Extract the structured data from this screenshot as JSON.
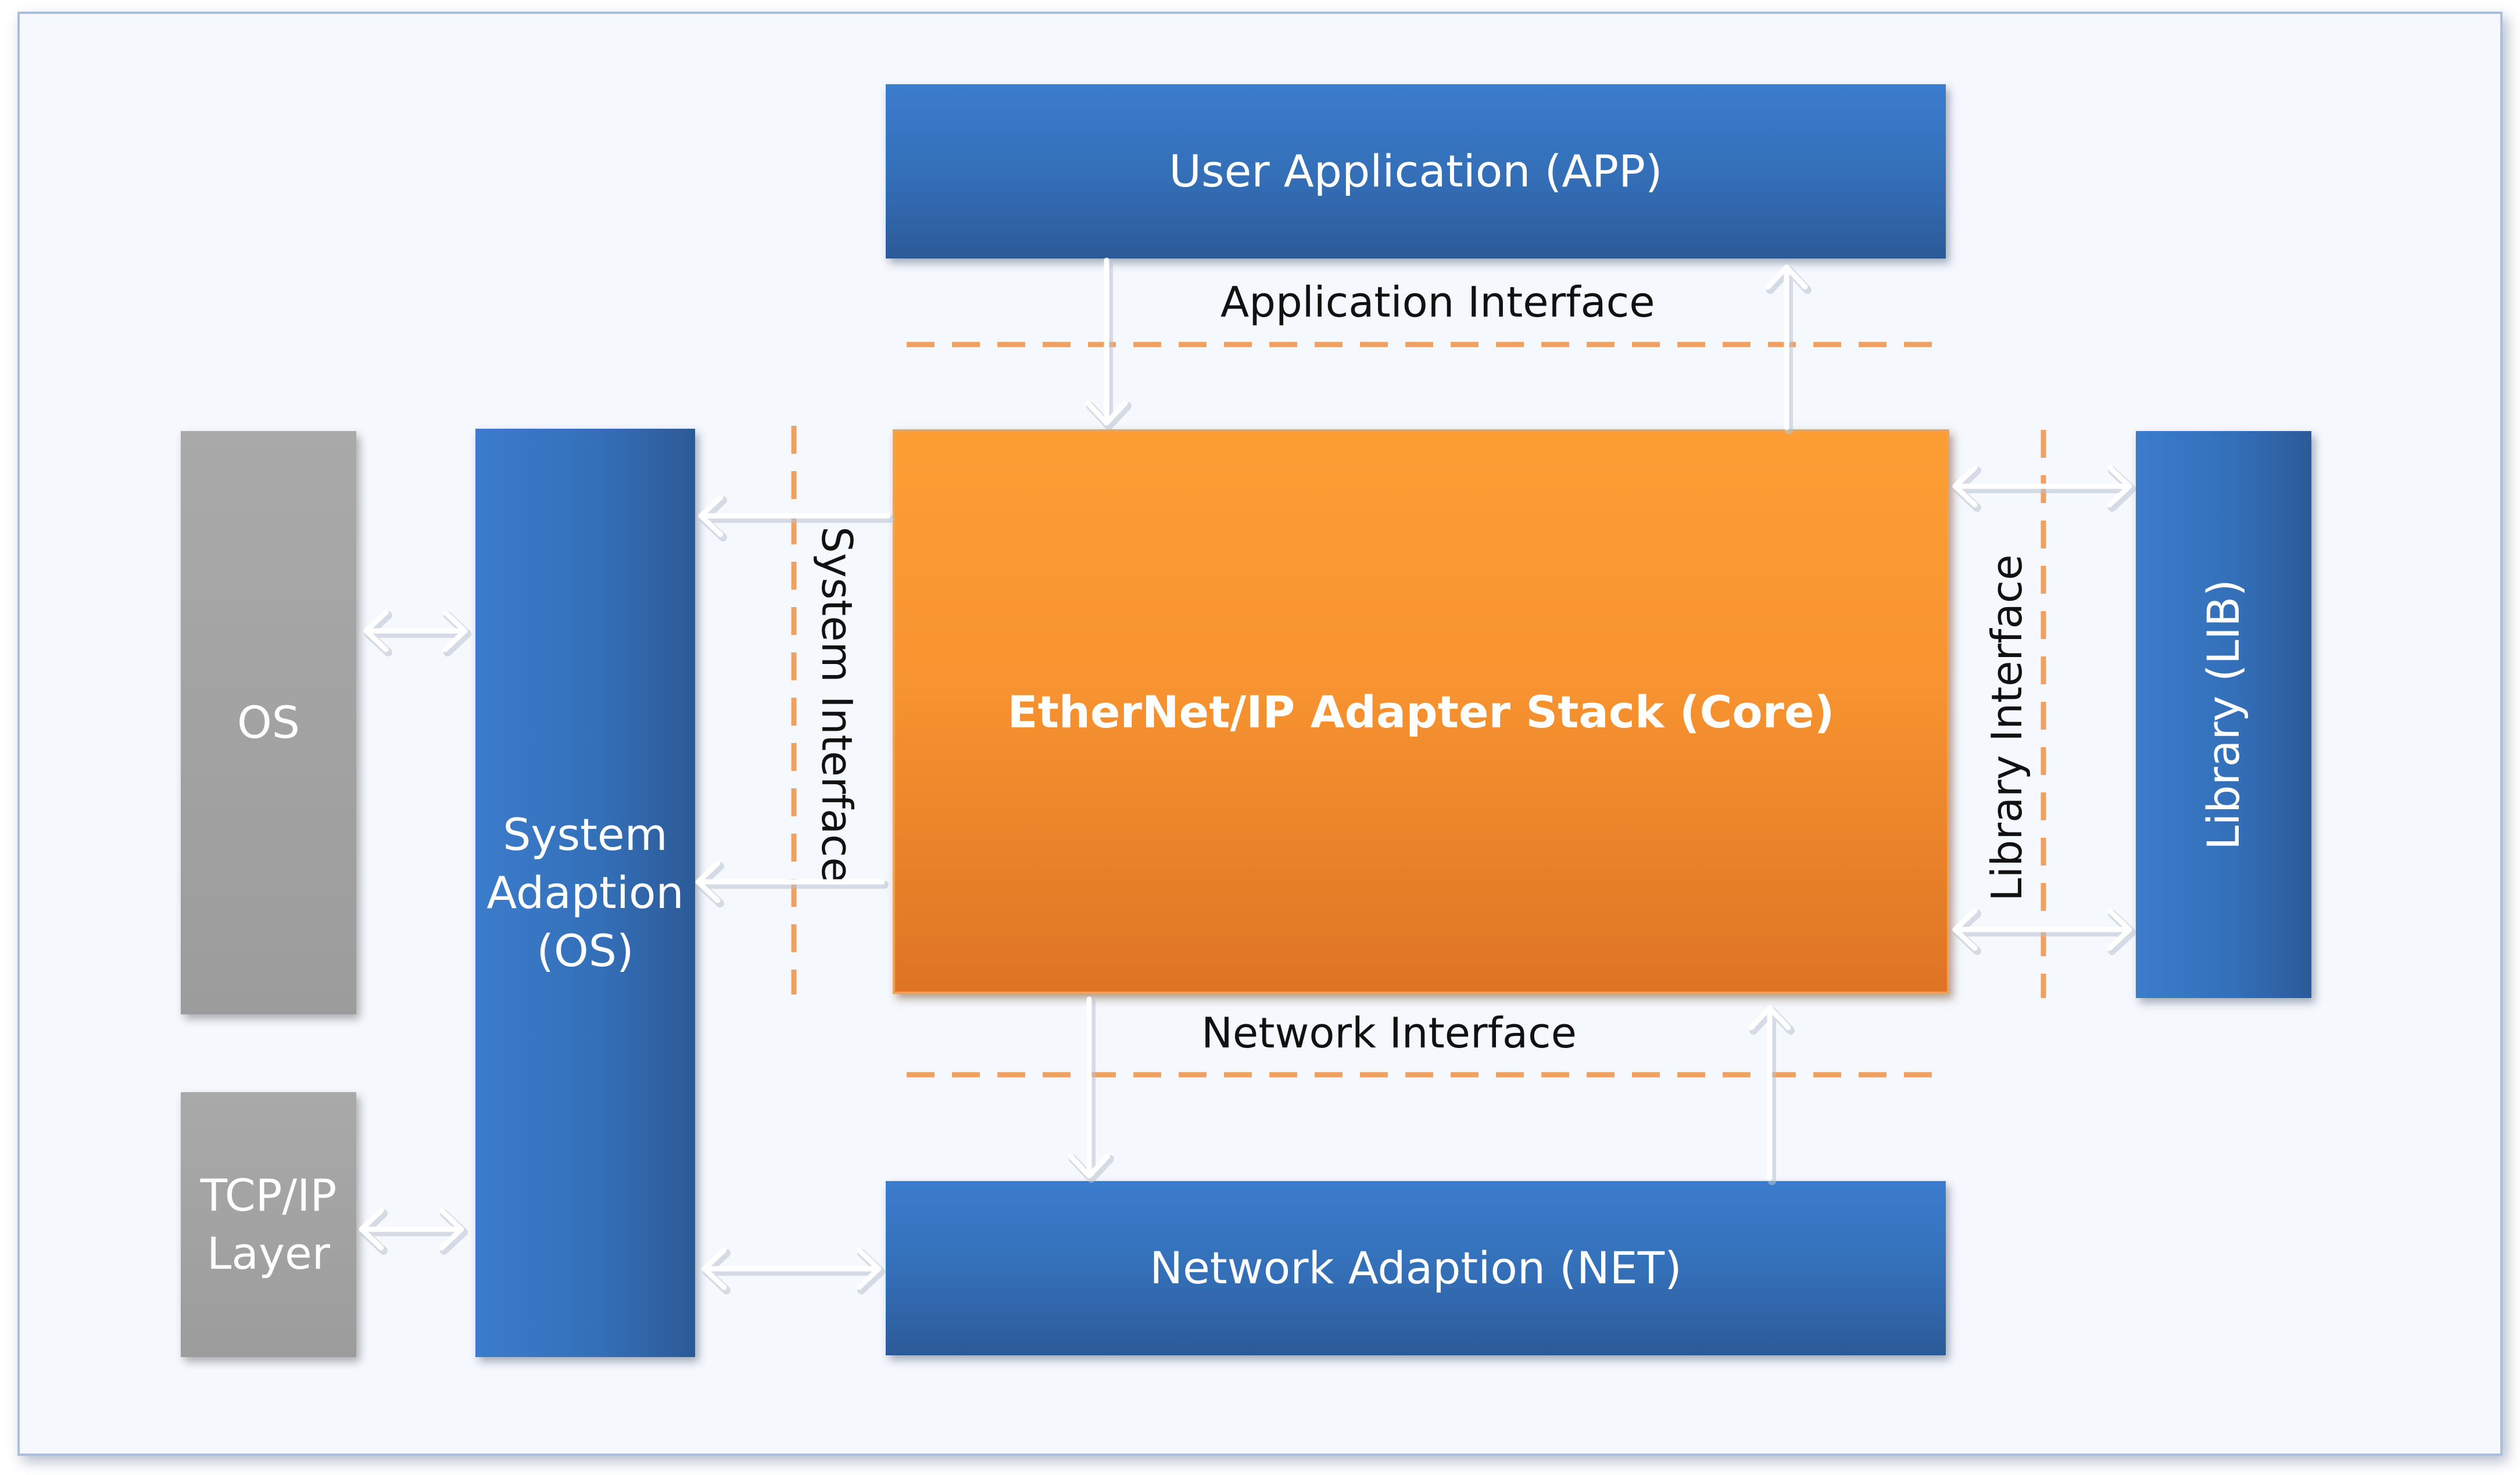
{
  "blocks": {
    "app": "User Application (APP)",
    "core": "EtherNet/IP Adapter Stack (Core)",
    "net": "Network Adaption (NET)",
    "os_block": "OS",
    "tcpip_line1": "TCP/IP",
    "tcpip_line2": "Layer",
    "sysadapt_line1": "System",
    "sysadapt_line2": "Adaption",
    "sysadapt_line3": "(OS)",
    "lib": "Library (LIB)"
  },
  "interfaces": {
    "application": "Application Interface",
    "network": "Network Interface",
    "system": "System Interface",
    "library": "Library Interface"
  },
  "colors": {
    "blue": "#3470b9",
    "orange": "#f79330",
    "gray": "#a0a0a0",
    "dashed_line": "#f0a060",
    "arrow": "#ffffff"
  }
}
